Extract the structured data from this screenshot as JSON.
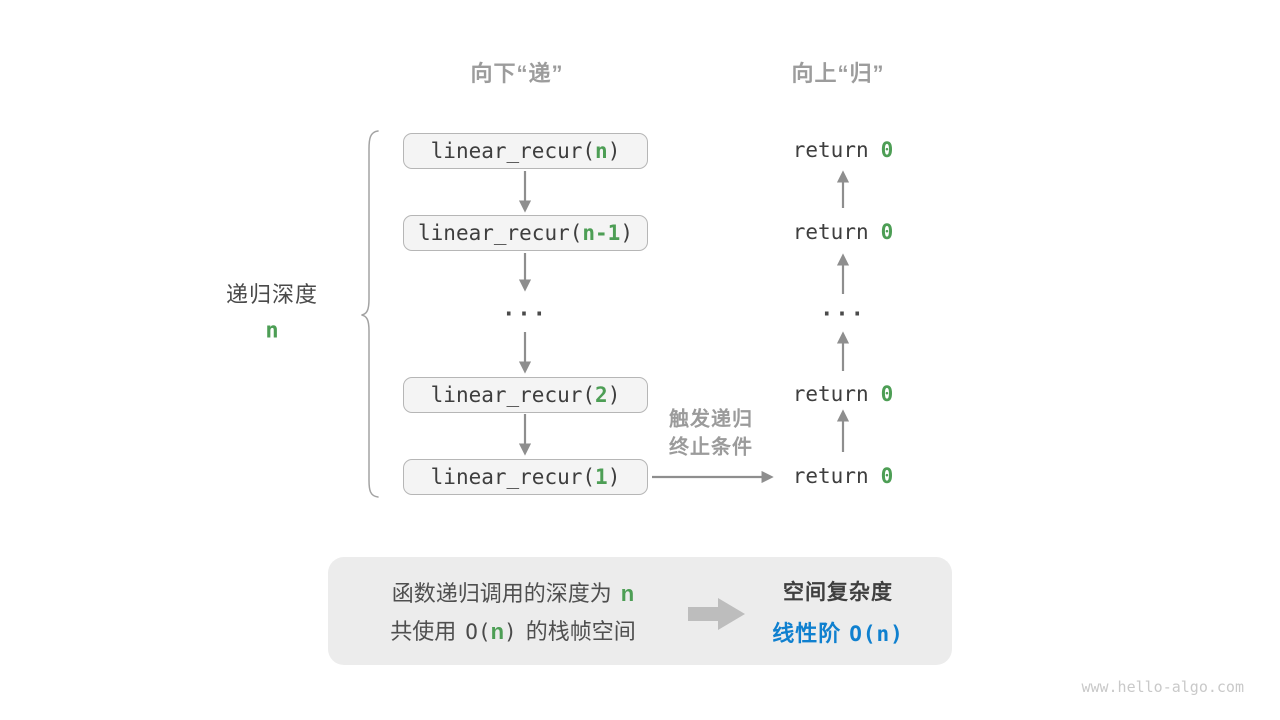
{
  "headers": {
    "down": "向下“递”",
    "up": "向上“归”"
  },
  "depth": {
    "label": "递归深度",
    "value": "n"
  },
  "stack": {
    "boxes": [
      {
        "pre": "linear_recur(",
        "arg": "n",
        "post": ")"
      },
      {
        "pre": "linear_recur(",
        "arg": "n-1",
        "post": ")"
      },
      {
        "pre": "linear_recur(",
        "arg": "2",
        "post": ")"
      },
      {
        "pre": "linear_recur(",
        "arg": "1",
        "post": ")"
      }
    ],
    "ellipsis": "..."
  },
  "returns": {
    "items": [
      {
        "keyword": "return",
        "value": "0"
      },
      {
        "keyword": "return",
        "value": "0"
      },
      {
        "keyword": "return",
        "value": "0"
      },
      {
        "keyword": "return",
        "value": "0"
      }
    ],
    "ellipsis": "..."
  },
  "trigger": {
    "line1": "触发递归",
    "line2": "终止条件"
  },
  "summary": {
    "line1_text": "函数递归调用的深度为",
    "line1_var": "n",
    "line2_pre": "共使用",
    "line2_open": "O(",
    "line2_var": "n",
    "line2_close": ")",
    "line2_post": "的栈帧空间",
    "result_title": "空间复杂度",
    "result_pre": "线性阶",
    "result_code": "O(n)"
  },
  "watermark": "www.hello-algo.com",
  "colors": {
    "green": "#4d9e55",
    "blue": "#0f80cf",
    "gray_text": "#9c9c9c",
    "arrow_gray": "#8e8e8e",
    "box_fill": "#f4f4f4",
    "box_border": "#b6b6b6",
    "summary_fill": "#ececec"
  }
}
